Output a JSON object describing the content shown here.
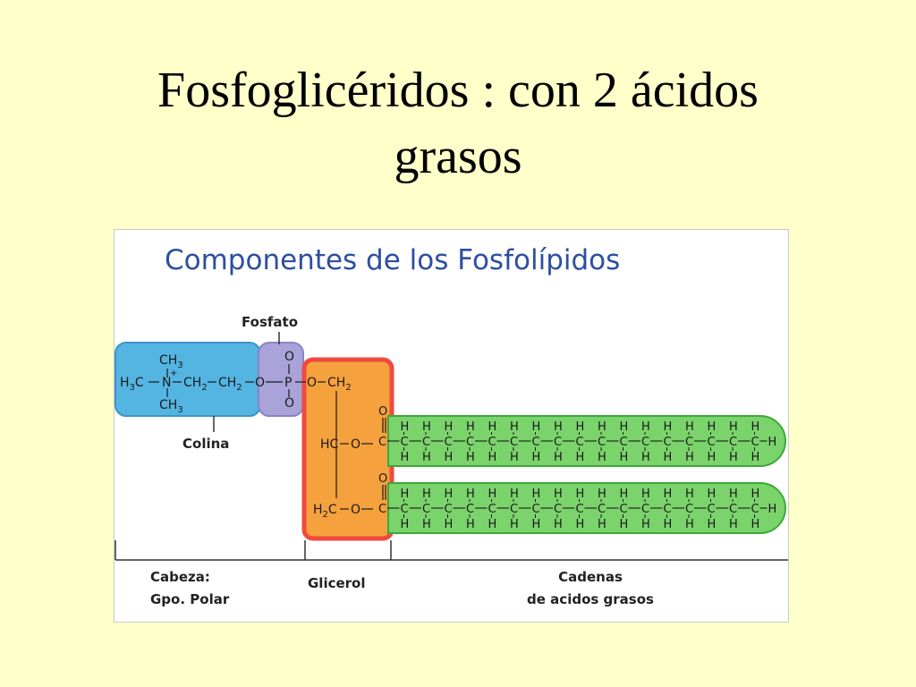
{
  "slide": {
    "title_line1": "Fosfoglicéridos : con 2 ácidos",
    "title_line2": "grasos"
  },
  "diagram": {
    "heading": "Componentes de los Fosfolípidos",
    "colors": {
      "heading": "#2D4FA0",
      "choline_fill": "#54B5E2",
      "phosphate_fill": "#A9A3D9",
      "glycerol_fill": "#F5A13E",
      "glycerol_border": "#F04A3F",
      "fatty_acid_fill": "#7BD36B",
      "fatty_acid_border": "#3EA83A"
    },
    "labels": {
      "phosphate": "Fosfato",
      "choline": "Colina",
      "head_line1": "Cabeza:",
      "head_line2": "Gpo. Polar",
      "glycerol": "Glicerol",
      "chains_line1": "Cadenas",
      "chains_line2": "de acidos grasos"
    },
    "choline_formula": {
      "n_top_ch": "CH",
      "n_top_sub": "3",
      "left_h": "H",
      "left_sub": "3",
      "left_c": "C",
      "n_plus": "+",
      "nitrogen": "N",
      "chain_ch_a": "CH",
      "chain_sub_a": "2",
      "chain_ch_b": "CH",
      "chain_sub_b": "2",
      "n_bottom_ch": "CH",
      "n_bottom_sub": "3"
    },
    "phosphate_formula": {
      "o_left": "O",
      "phosphorus": "P",
      "o_top": "O",
      "o_bottom": "O",
      "o_right": "O"
    },
    "glycerol_formula": {
      "top_ch": "CH",
      "top_sub": "2",
      "mid_hc": "HC",
      "mid_o": "O",
      "bottom_h": "H",
      "bottom_sub": "2",
      "bottom_c": "C",
      "bottom_o": "O"
    },
    "fatty_acid": {
      "carbonyl_o": "O",
      "carbon": "C",
      "hydrogen": "H",
      "carbons_per_chain": 18
    }
  }
}
